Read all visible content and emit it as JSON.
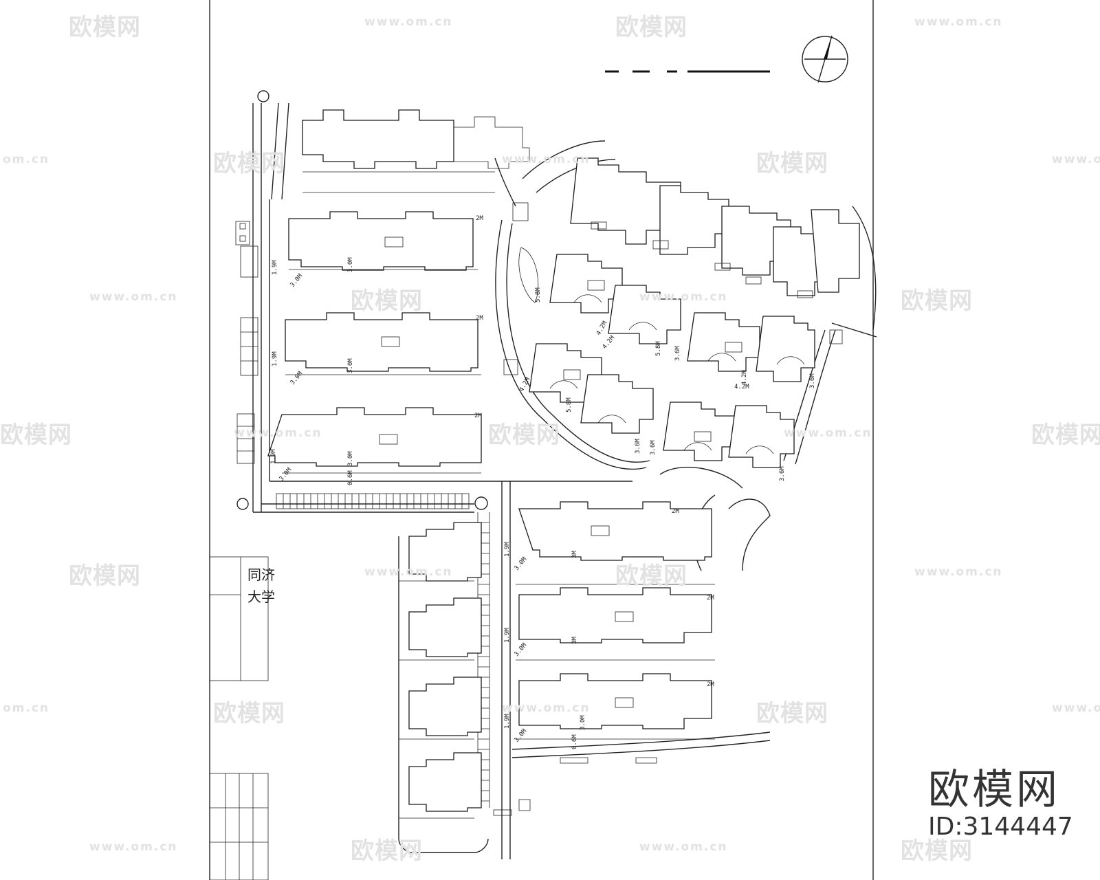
{
  "watermark": {
    "logo_text": "欧模网",
    "url_text": "www.om.cn",
    "url_fragment": "om.cn"
  },
  "brand": {
    "name": "欧模网",
    "id_label": "ID:3144447"
  },
  "school_label": "同济大学",
  "dimensions": {
    "d19": "1.9M",
    "d30": "3.0M",
    "d2": "2M",
    "d06": "0.6M",
    "d58": "5.8M",
    "d42": "4.2M",
    "d36": "3.6M",
    "d3": "3M"
  }
}
